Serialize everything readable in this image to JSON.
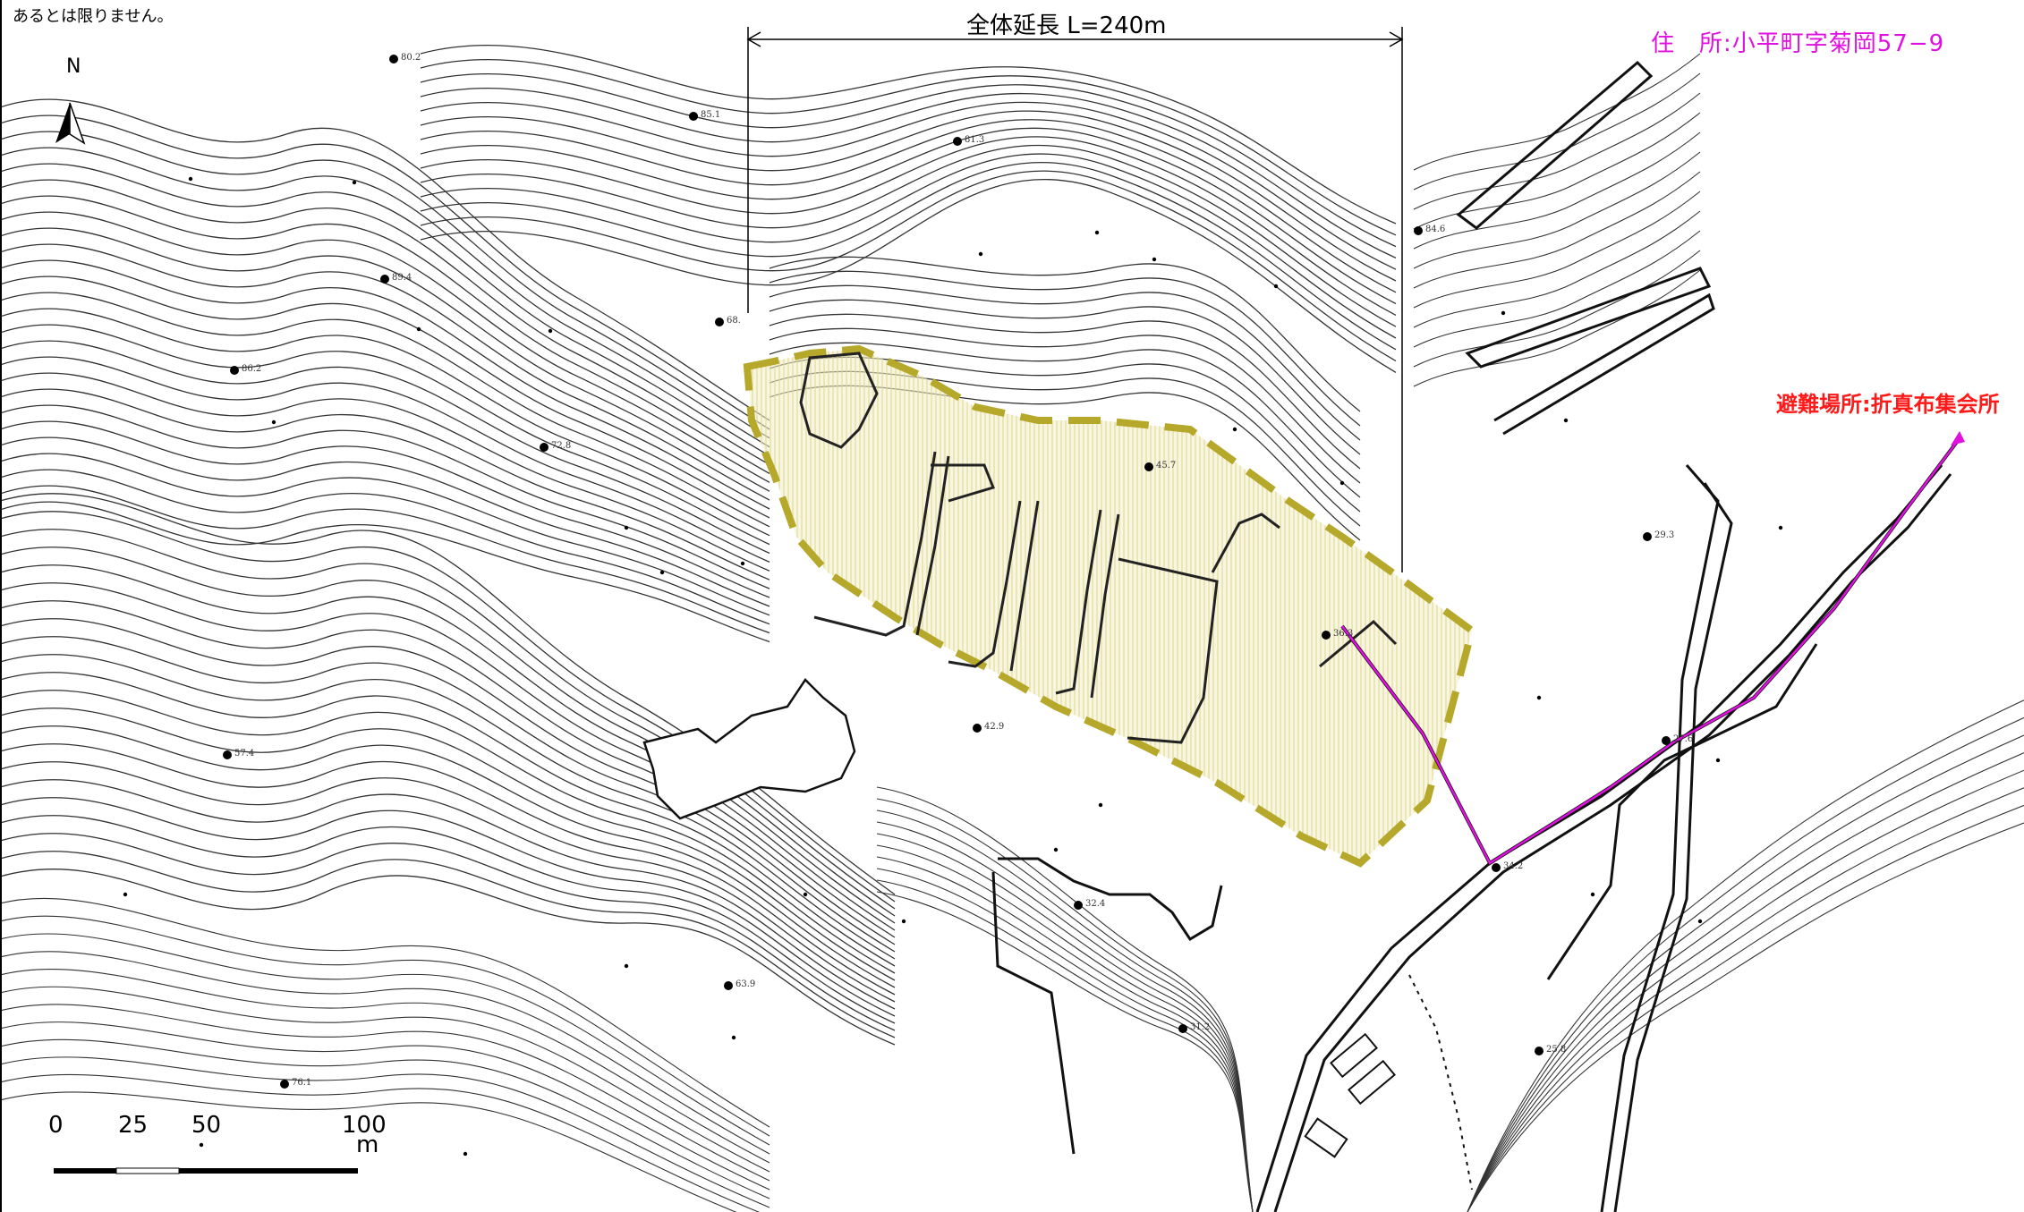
{
  "disclaimer_text": "あるとは限りません。",
  "length_label": "全体延長 L=240m",
  "address_label": "住　所:小平町字菊岡57−9",
  "shelter_label": "避難場所:折真布集会所",
  "north_label": "N",
  "scale": {
    "ticks": [
      "0",
      "25",
      "50",
      "100"
    ],
    "unit": "m"
  },
  "spot_heights": [
    "80.2",
    "85.1",
    "81.3",
    "84.6",
    "89.4",
    "68.",
    "86.2",
    "72.8",
    "45.7",
    "29.3",
    "36.3",
    "42.9",
    "57.4",
    "27.6",
    "34.2",
    "32.4",
    "63.9",
    "31.2",
    "25.8",
    "76.1"
  ],
  "colors": {
    "hazard_zone": "#b5a82a",
    "evacuation_route": "#e010e0",
    "shelter_text": "#ff1a1a",
    "contour": "#333333"
  },
  "icons": {
    "north_arrow": "north-arrow-icon",
    "shelter_marker": "shelter-arrow-icon"
  }
}
